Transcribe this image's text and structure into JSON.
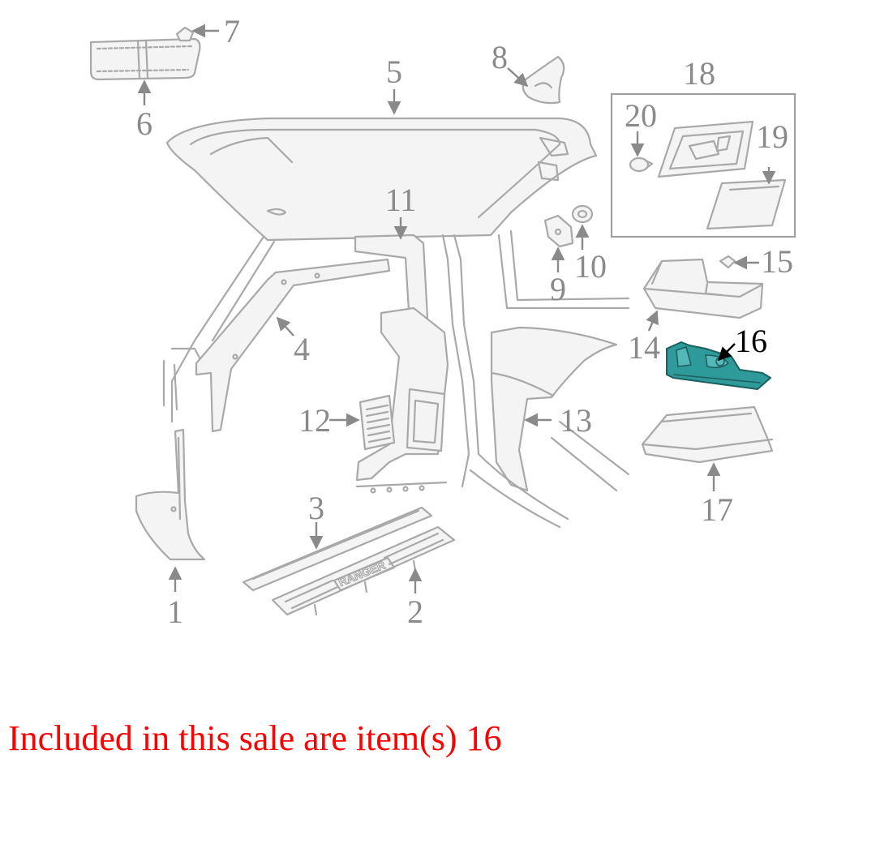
{
  "labels": {
    "l1": "1",
    "l2": "2",
    "l3": "3",
    "l4": "4",
    "l5": "5",
    "l6": "6",
    "l7": "7",
    "l8": "8",
    "l9": "9",
    "l10": "10",
    "l11": "11",
    "l12": "12",
    "l13": "13",
    "l14": "14",
    "l15": "15",
    "l16": "16",
    "l17": "17",
    "l18": "18",
    "l19": "19",
    "l20": "20"
  },
  "decal_text": "RANGER",
  "caption": "Included in this sale are item(s) 16",
  "colors": {
    "highlight_part": "#2f9a9a",
    "caption": "#ff0000",
    "label": "#8a8a8a",
    "line_art": "#a9a9a9"
  }
}
